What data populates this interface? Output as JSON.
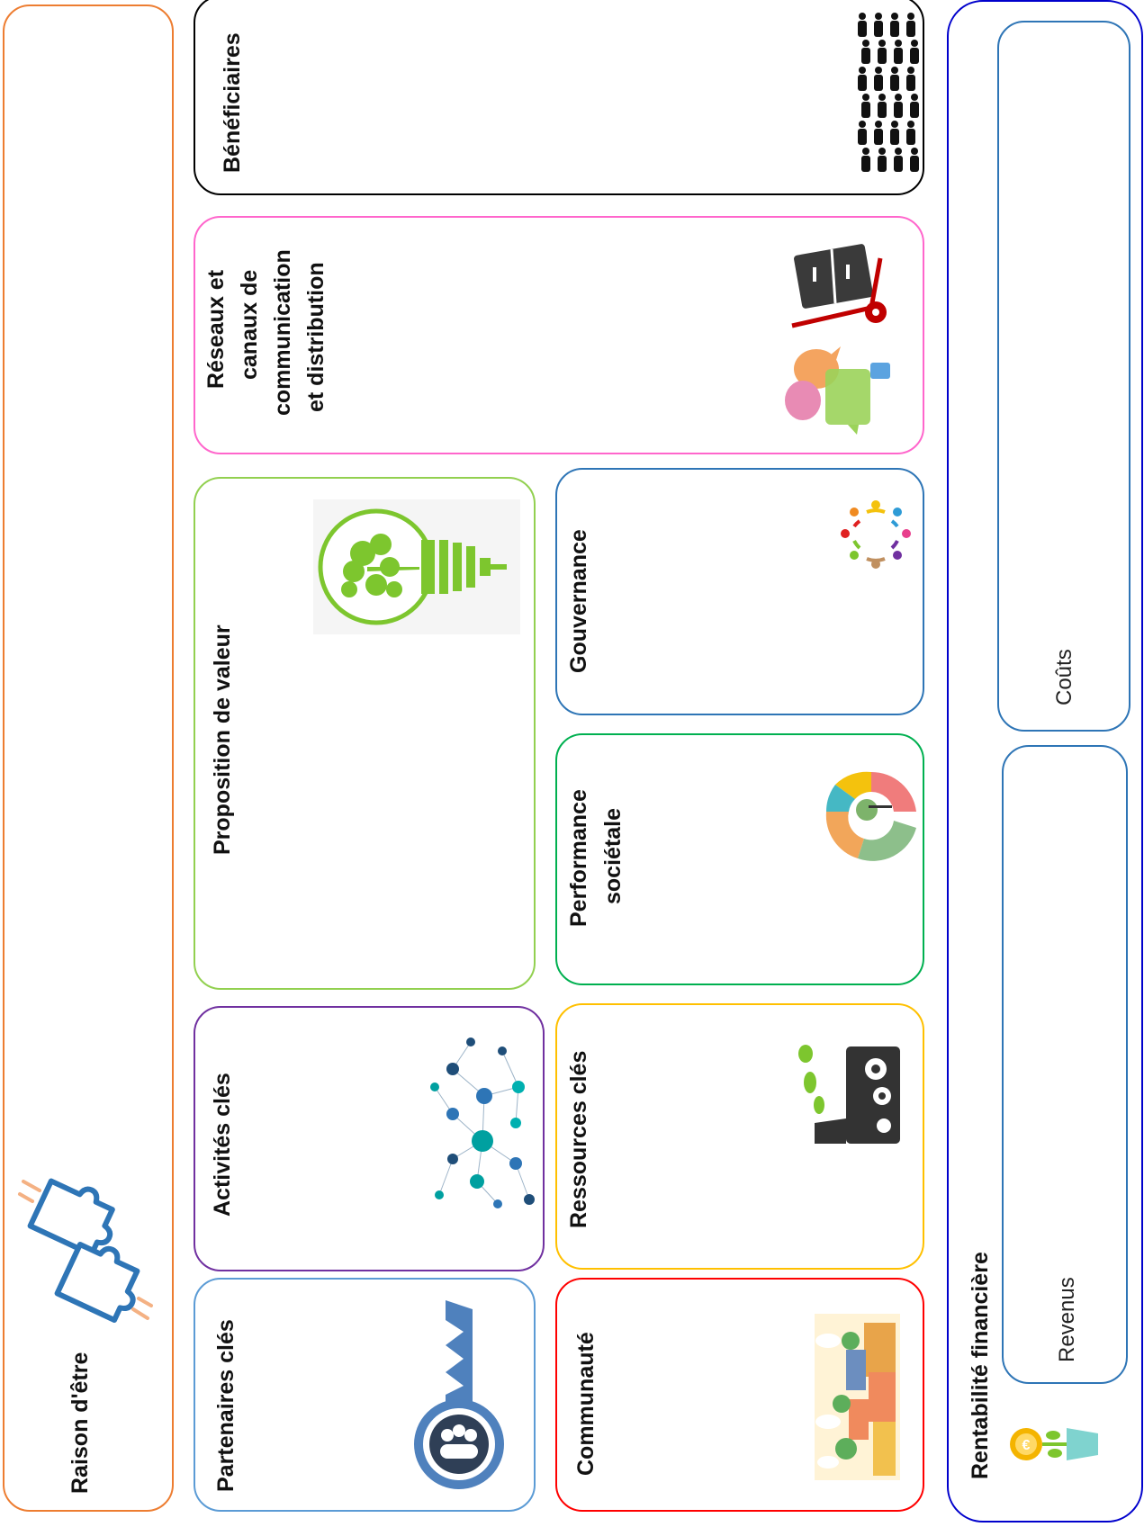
{
  "canvas": {
    "raison_etre": {
      "label": "Raison d'être",
      "color": "#ED7D31"
    },
    "partenaires_cles": {
      "label": "Partenaires clés",
      "color": "#5B9BD5"
    },
    "activites_cles": {
      "label": "Activités clés",
      "color": "#7030A0"
    },
    "proposition_valeur": {
      "label": "Proposition de valeur",
      "color": "#92D050"
    },
    "reseaux_canaux": {
      "line1": "Réseaux et",
      "line2": "canaux de",
      "line3": "communication",
      "line4": "et  distribution",
      "color": "#FF66CC"
    },
    "beneficiaires": {
      "label": "Bénéficiaires",
      "color": "#000000"
    },
    "communaute": {
      "label": "Communauté",
      "color": "#FF0000"
    },
    "ressources_cles": {
      "label": "Ressources clés",
      "color": "#FFC000"
    },
    "performance_societale": {
      "line1": "Performance",
      "line2": "sociétale",
      "color": "#00B050"
    },
    "gouvernance": {
      "label": "Gouvernance",
      "color": "#2E75B6"
    },
    "rentabilite_financiere": {
      "label": "Rentabilité financière",
      "color": "#0000CC"
    },
    "revenus": {
      "label": "Revenus",
      "color": "#2E75B6"
    },
    "couts": {
      "label": "Coûts",
      "color": "#2E75B6"
    }
  },
  "icons": {
    "raison": "puzzle-icon",
    "partenaires": "key-icon",
    "activites": "network-icon",
    "valeur": "lightbulb-tree-icon",
    "reseaux_chat": "speech-bubbles-icon",
    "reseaux_cart": "hand-truck-icon",
    "beneficiaires": "crowd-icon",
    "communaute": "city-icon",
    "ressources": "factory-gears-icon",
    "performance": "donut-tree-icon",
    "gouvernance": "people-circle-icon",
    "rentabilite": "euro-plant-icon"
  }
}
